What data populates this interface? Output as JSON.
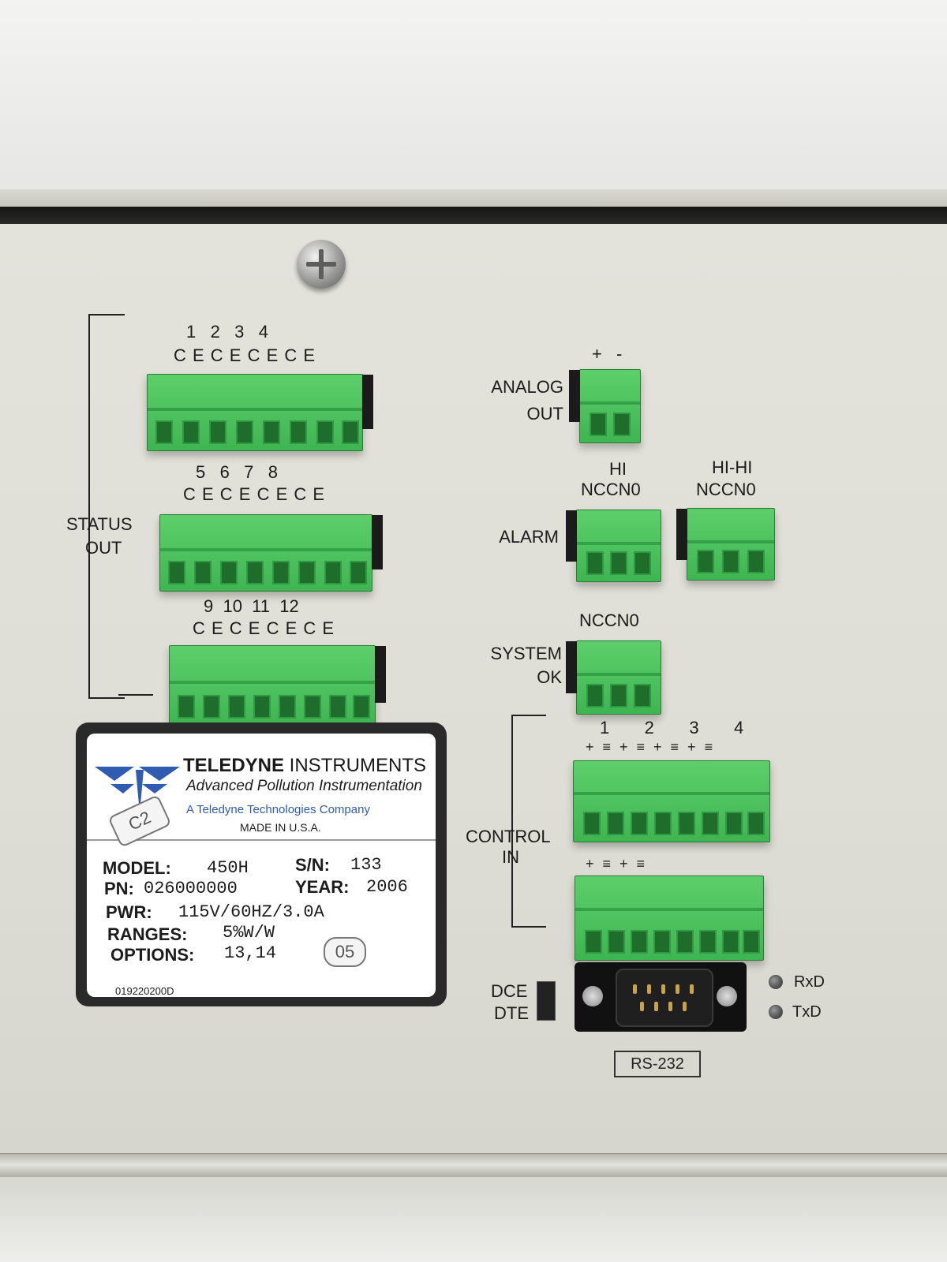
{
  "status_out": {
    "label_line1": "STATUS",
    "label_line2": "OUT",
    "block1_numbers": "1   2   3   4",
    "block1_letters": "C E C E C E C E",
    "block2_numbers": "5   6   7   8",
    "block2_letters": "C E C E C E C E",
    "block3_numbers": "9  10  11  12",
    "block3_letters": "C E C E C E C E"
  },
  "analog_out": {
    "label_line1": "ANALOG",
    "label_line2": "OUT",
    "polarity": "+ -"
  },
  "alarm": {
    "label": "ALARM",
    "hi_label": "HI",
    "hi_pins": "NCCN0",
    "hihi_label": "HI-HI",
    "hihi_pins": "NCCN0"
  },
  "system_ok": {
    "label_line1": "SYSTEM",
    "label_line2": "OK",
    "pins": "NCCN0"
  },
  "control_in": {
    "label_line1": "CONTROL",
    "label_line2": "IN",
    "block1_numbers": "1    2    3    4",
    "block1_pins": "+ ≡ + ≡ + ≡ + ≡",
    "block2_pins": "+ ≡ + ≡"
  },
  "serial": {
    "dce": "DCE",
    "dte": "DTE",
    "rxd": "RxD",
    "txd": "TxD",
    "port": "RS-232"
  },
  "nameplate": {
    "brand_bold": "TELEDYNE",
    "brand_rest": " INSTRUMENTS",
    "division": "Advanced Pollution Instrumentation",
    "company": "A Teledyne Technologies Company",
    "made_in": "MADE IN U.S.A.",
    "model_label": "MODEL:",
    "model_value": "450H",
    "sn_label": "S/N:",
    "sn_value": "133",
    "pn_label": "PN:",
    "pn_value": "026000000",
    "year_label": "YEAR:",
    "year_value": "2006",
    "pwr_label": "PWR:",
    "pwr_value": "115V/60HZ/3.0A",
    "ranges_label": "RANGES:",
    "ranges_value": "5%W/W",
    "options_label": "OPTIONS:",
    "options_value": "13,14",
    "part_number": "019220200D",
    "sticker_small": "C2",
    "sticker_05": "05"
  },
  "colors": {
    "terminal_green": "#4cc35d",
    "panel": "#e0e0d8"
  }
}
